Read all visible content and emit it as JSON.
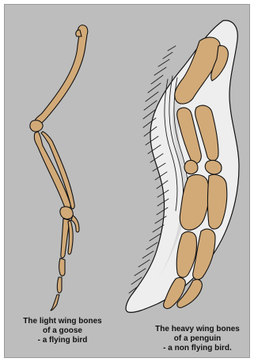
{
  "captions": {
    "goose": {
      "line1": "The light wing bones",
      "line2": "of a goose",
      "line3": "- a flying bird"
    },
    "penguin": {
      "line1": "The heavy wing bones",
      "line2": "of a penguin",
      "line3": "- a non flying bird."
    }
  },
  "colors": {
    "background": "#bdbdbd",
    "bone": "#d2aa78",
    "outline": "#111111",
    "wing_skin": "#eeeeee"
  },
  "icons": [
    "goose-wing-skeleton",
    "penguin-flipper-skeleton"
  ]
}
